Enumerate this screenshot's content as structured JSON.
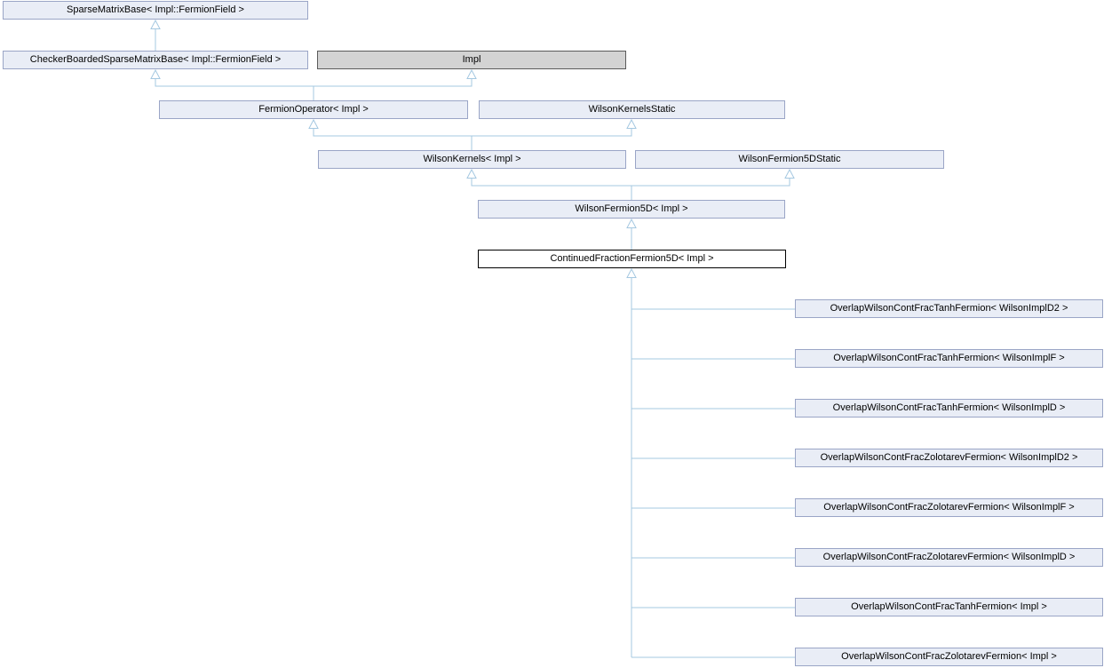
{
  "diagram": {
    "type": "class-inheritance-graph",
    "current_class": "ContinuedFractionFermion5D< Impl >",
    "colors": {
      "node_fill": "#E9EDF6",
      "node_border": "#9AA5C6",
      "external_fill": "#D3D3D3",
      "external_border": "#5B5B5B",
      "current_fill": "#FFFFFF",
      "current_border": "#000000",
      "edge": "#A5C8E1",
      "text": "#000000"
    },
    "nodes": [
      {
        "label": "SparseMatrixBase< Impl::FermionField >",
        "role": "base"
      },
      {
        "label": "CheckerBoardedSparseMatrixBase< Impl::FermionField >",
        "role": "base"
      },
      {
        "label": "Impl",
        "role": "external"
      },
      {
        "label": "FermionOperator< Impl >",
        "role": "base"
      },
      {
        "label": "WilsonKernelsStatic",
        "role": "base"
      },
      {
        "label": "WilsonKernels< Impl >",
        "role": "base"
      },
      {
        "label": "WilsonFermion5DStatic",
        "role": "base"
      },
      {
        "label": "WilsonFermion5D< Impl >",
        "role": "base"
      },
      {
        "label": "ContinuedFractionFermion5D< Impl >",
        "role": "current"
      },
      {
        "label": "OverlapWilsonContFracTanhFermion< WilsonImplD2 >",
        "role": "derived"
      },
      {
        "label": "OverlapWilsonContFracTanhFermion< WilsonImplF >",
        "role": "derived"
      },
      {
        "label": "OverlapWilsonContFracTanhFermion< WilsonImplD >",
        "role": "derived"
      },
      {
        "label": "OverlapWilsonContFracZolotarevFermion< WilsonImplD2 >",
        "role": "derived"
      },
      {
        "label": "OverlapWilsonContFracZolotarevFermion< WilsonImplF >",
        "role": "derived"
      },
      {
        "label": "OverlapWilsonContFracZolotarevFermion< WilsonImplD >",
        "role": "derived"
      },
      {
        "label": "OverlapWilsonContFracTanhFermion< Impl >",
        "role": "derived"
      },
      {
        "label": "OverlapWilsonContFracZolotarevFermion< Impl >",
        "role": "derived"
      }
    ]
  }
}
